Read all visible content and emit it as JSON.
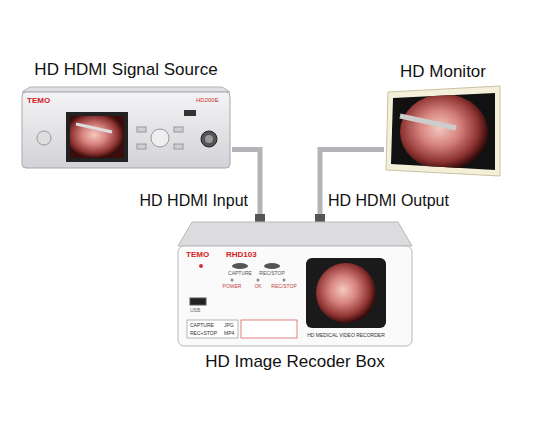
{
  "diagram": {
    "nodes": [
      {
        "text": [
          "HD HDMI Signal Source"
        ]
      },
      {
        "text": [
          "HD Monitor"
        ]
      },
      {
        "text": [
          "HD Image Recoder Box"
        ]
      }
    ],
    "edges": [
      {
        "from": 0,
        "to": 2,
        "arrow": "none",
        "label": "HD HDMI Input"
      },
      {
        "from": 2,
        "to": 1,
        "arrow": "none",
        "label": "HD HDMI Output"
      }
    ],
    "labels": [
      "TEMO",
      "HD200E",
      "TEMO",
      "RHD103",
      "CAPTURE",
      "REC/STOP",
      "POWER",
      "OK",
      "REC/STOP",
      "USB",
      "CAPTURE",
      "JPG",
      "REC+STOP",
      "MP4",
      "HD MEDICAL VIDEO RECORDER"
    ]
  }
}
